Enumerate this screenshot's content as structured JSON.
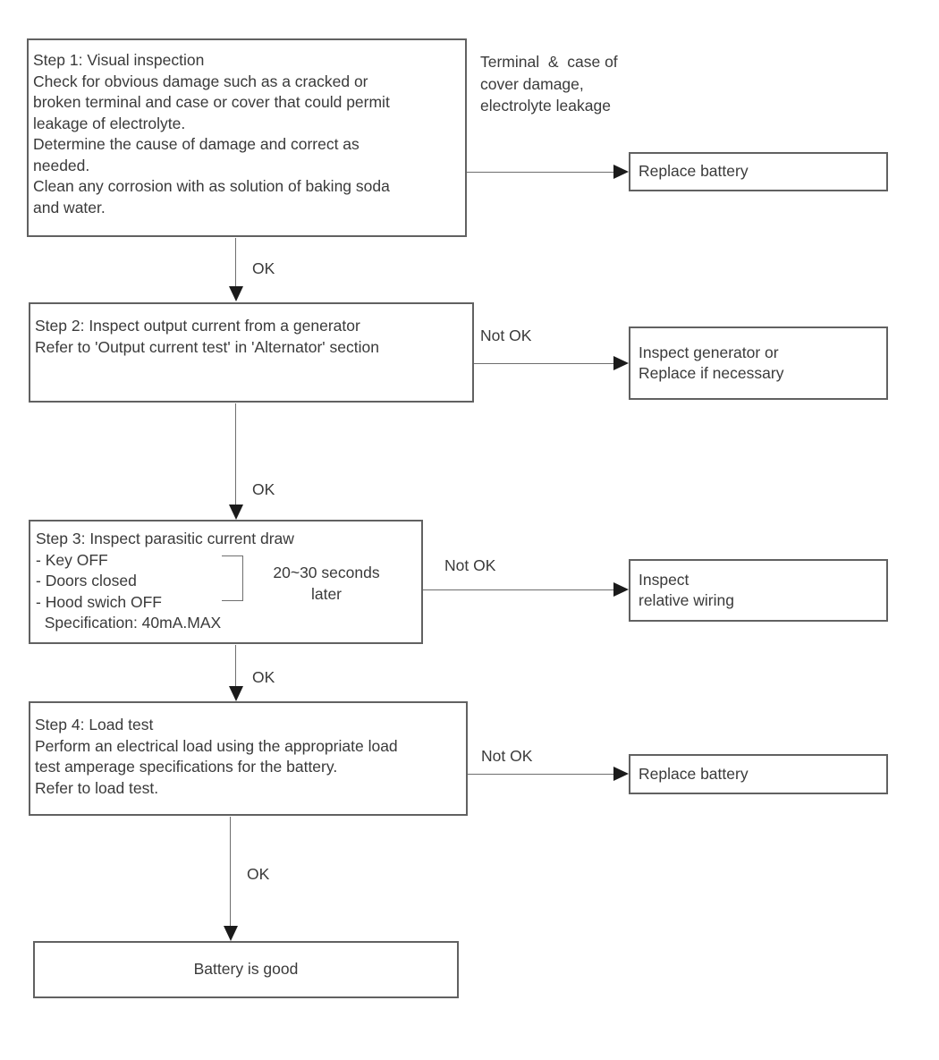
{
  "diagram": {
    "colors": {
      "background": "#ffffff",
      "box_border": "#616161",
      "text": "#3a3a3a",
      "connector": "#6e6e6e",
      "arrowhead": "#1b1b1b"
    },
    "steps": {
      "step1": {
        "text": "Step 1: Visual inspection\nCheck for obvious damage such as a cracked or\nbroken terminal and case or cover that could permit\nleakage of electrolyte.\nDetermine the cause of damage and correct as\nneeded.\nClean any corrosion with as solution of baking soda\nand water."
      },
      "step2": {
        "text": "Step 2: Inspect output current from a generator\nRefer to 'Output current test' in 'Alternator' section"
      },
      "step3": {
        "text": "Step 3: Inspect parasitic current draw\n- Key OFF\n- Doors closed\n- Hood swich OFF\n  Specification: 40mA.MAX",
        "note": "20~30 seconds\nlater"
      },
      "step4": {
        "text": "Step 4: Load test\nPerform an electrical load using the appropriate load\ntest amperage specifications for the battery.\nRefer to load test."
      },
      "result": {
        "text": "Battery is good"
      }
    },
    "outcomes": {
      "replace_battery_1": "Replace battery",
      "inspect_generator": "Inspect generator or\nReplace if necessary",
      "inspect_wiring": "Inspect\nrelative wiring",
      "replace_battery_2": "Replace battery"
    },
    "labels": {
      "condition_1": "Terminal  &  case of\ncover damage,\nelectrolyte leakage",
      "ok_1": "OK",
      "ok_2": "OK",
      "ok_3": "OK",
      "ok_4": "OK",
      "not_ok_1": "Not OK",
      "not_ok_2": "Not OK",
      "not_ok_3": "Not OK"
    }
  }
}
